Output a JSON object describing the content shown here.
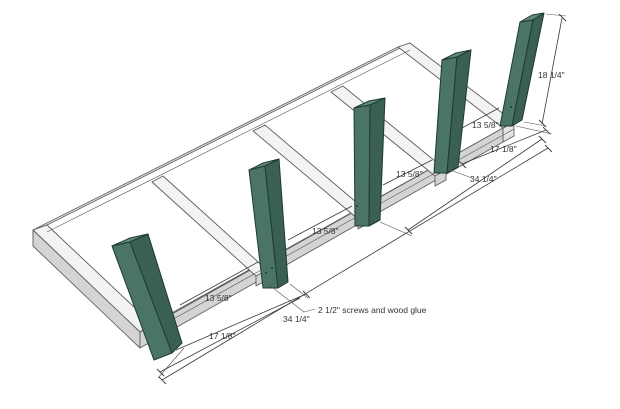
{
  "labels": {
    "height": "18 1/4\"",
    "gap_right_top": "13 5/8\"",
    "end_right": "17 1/8\"",
    "gap_right_mid": "13 5/8\"",
    "span_right": "34 1/4\"",
    "gap_center": "13 5/8\"",
    "screws_note": "2 1/2\" screws and wood glue",
    "gap_left": "13 5/8\"",
    "span_left": "34 1/4\"",
    "end_left": "17 1/8\""
  }
}
